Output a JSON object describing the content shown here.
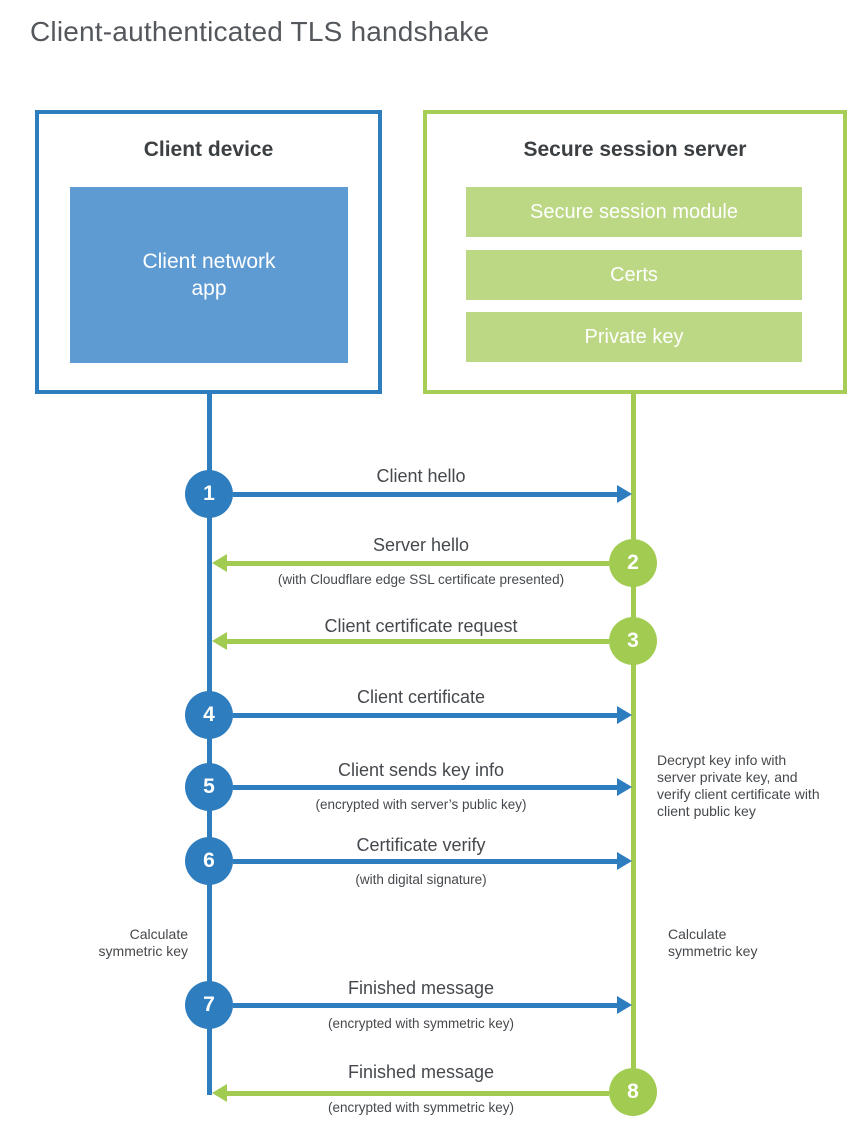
{
  "page": {
    "title": "Client-authenticated TLS handshake"
  },
  "client": {
    "title": "Client device",
    "app_label": "Client network app"
  },
  "server": {
    "title": "Secure session server",
    "modules": [
      "Secure session module",
      "Certs",
      "Private key"
    ]
  },
  "steps": [
    {
      "num": "1",
      "label": "Client hello",
      "note": "",
      "from": "client",
      "to": "server",
      "color": "#2e7dbf"
    },
    {
      "num": "2",
      "label": "Server hello",
      "note": "(with Cloudflare edge SSL certificate presented)",
      "from": "server",
      "to": "client",
      "color": "#a2cc51"
    },
    {
      "num": "3",
      "label": "Client certificate request",
      "note": "",
      "from": "server",
      "to": "client",
      "color": "#a2cc51"
    },
    {
      "num": "4",
      "label": "Client certificate",
      "note": "",
      "from": "client",
      "to": "server",
      "color": "#2e7dbf"
    },
    {
      "num": "5",
      "label": "Client sends key info",
      "note": "(encrypted with server’s public key)",
      "from": "client",
      "to": "server",
      "color": "#2e7dbf"
    },
    {
      "num": "6",
      "label": "Certificate verify",
      "note": "(with digital signature)",
      "from": "client",
      "to": "server",
      "color": "#2e7dbf"
    },
    {
      "num": "7",
      "label": "Finished message",
      "note": "(encrypted with symmetric key)",
      "from": "client",
      "to": "server",
      "color": "#2e7dbf"
    },
    {
      "num": "8",
      "label": "Finished message",
      "note": "(encrypted with symmetric key)",
      "from": "server",
      "to": "client",
      "color": "#a2cc51"
    }
  ],
  "annotations": {
    "server_note": "Decrypt key info with server private key, and verify client certificate with client public key",
    "calc_left": "Calculate symmetric key",
    "calc_right": "Calculate symmetric key"
  },
  "colors": {
    "client_line": "#2e7dbf",
    "client_fill": "#5f9bd3",
    "server_line": "#a2cc51",
    "server_fill": "#bcd884",
    "text": "#45494d"
  }
}
